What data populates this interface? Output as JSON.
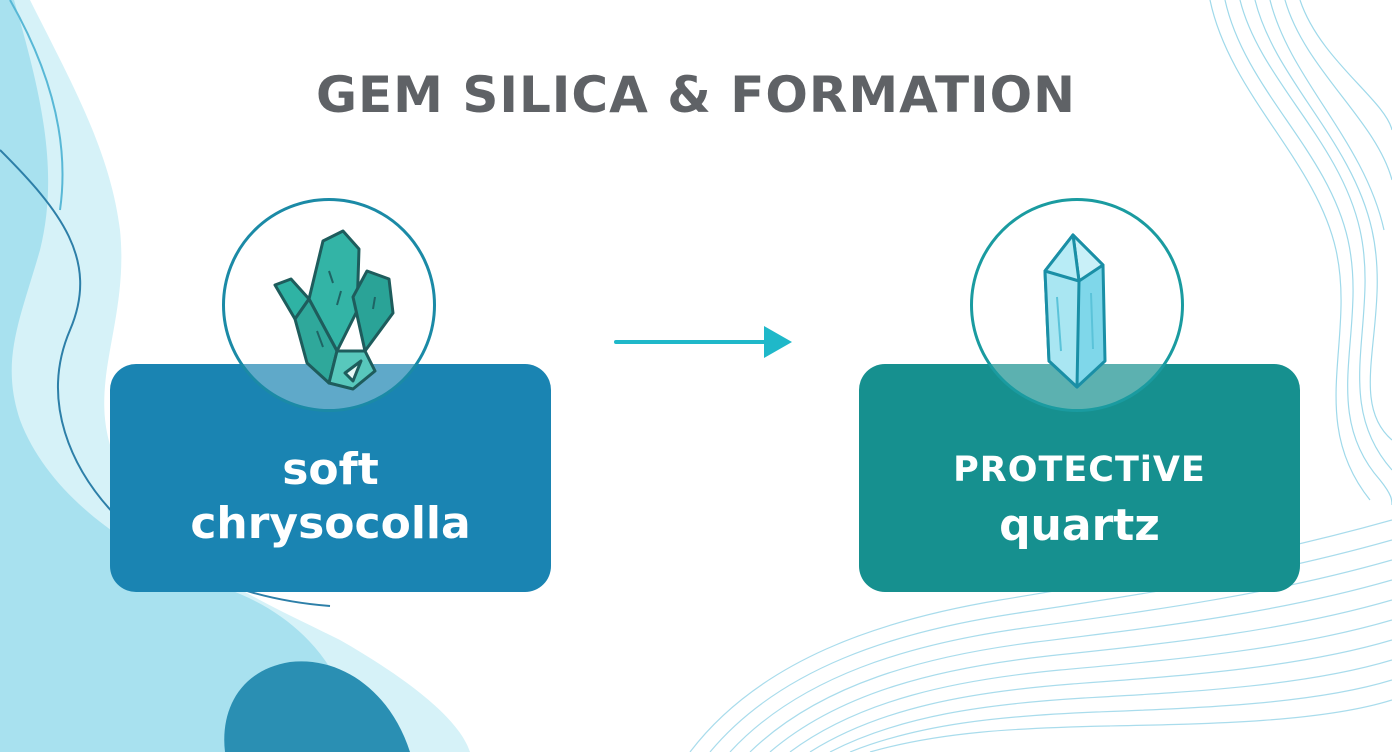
{
  "title": "GEM SILICA & FORMATION",
  "left_card": {
    "line1": "soft",
    "line2": "chrysocolla",
    "icon": "chrysocolla-mineral-icon",
    "color": "#1a84b2"
  },
  "right_card": {
    "line1": "PROTECTiVE",
    "line2": "quartz",
    "icon": "quartz-crystal-icon",
    "color": "#16908f"
  },
  "arrow": {
    "icon": "arrow-right-icon",
    "color": "#1fb8c9"
  }
}
